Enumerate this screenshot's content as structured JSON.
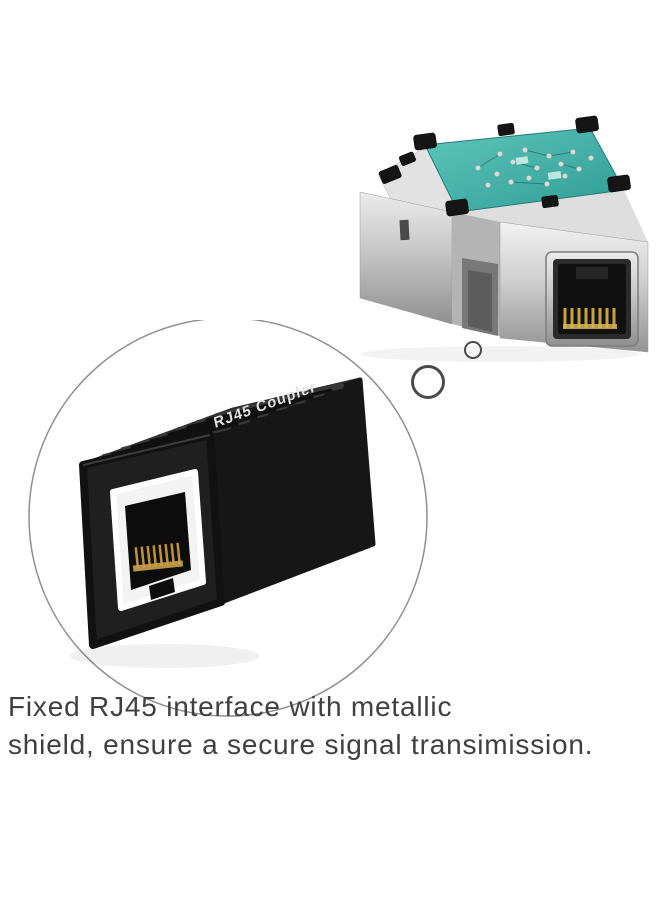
{
  "scene": {
    "subject": "RJ45 female-to-female network coupler product photo"
  },
  "product_label": {
    "text": "RJ45 Coupler"
  },
  "caption": {
    "line1": "Fixed RJ45 interface with metallic",
    "line2": "shield, ensure a secure signal transimission."
  },
  "colors": {
    "background": "#ffffff",
    "pcb_teal": "#43b0a5",
    "metal_silver": "#c8c8c8",
    "coupler_black": "#1f1f1f",
    "pin_gold": "#bd9338",
    "magnifier_outline": "#8f8f8f",
    "caption_text": "#3f3f3f"
  }
}
